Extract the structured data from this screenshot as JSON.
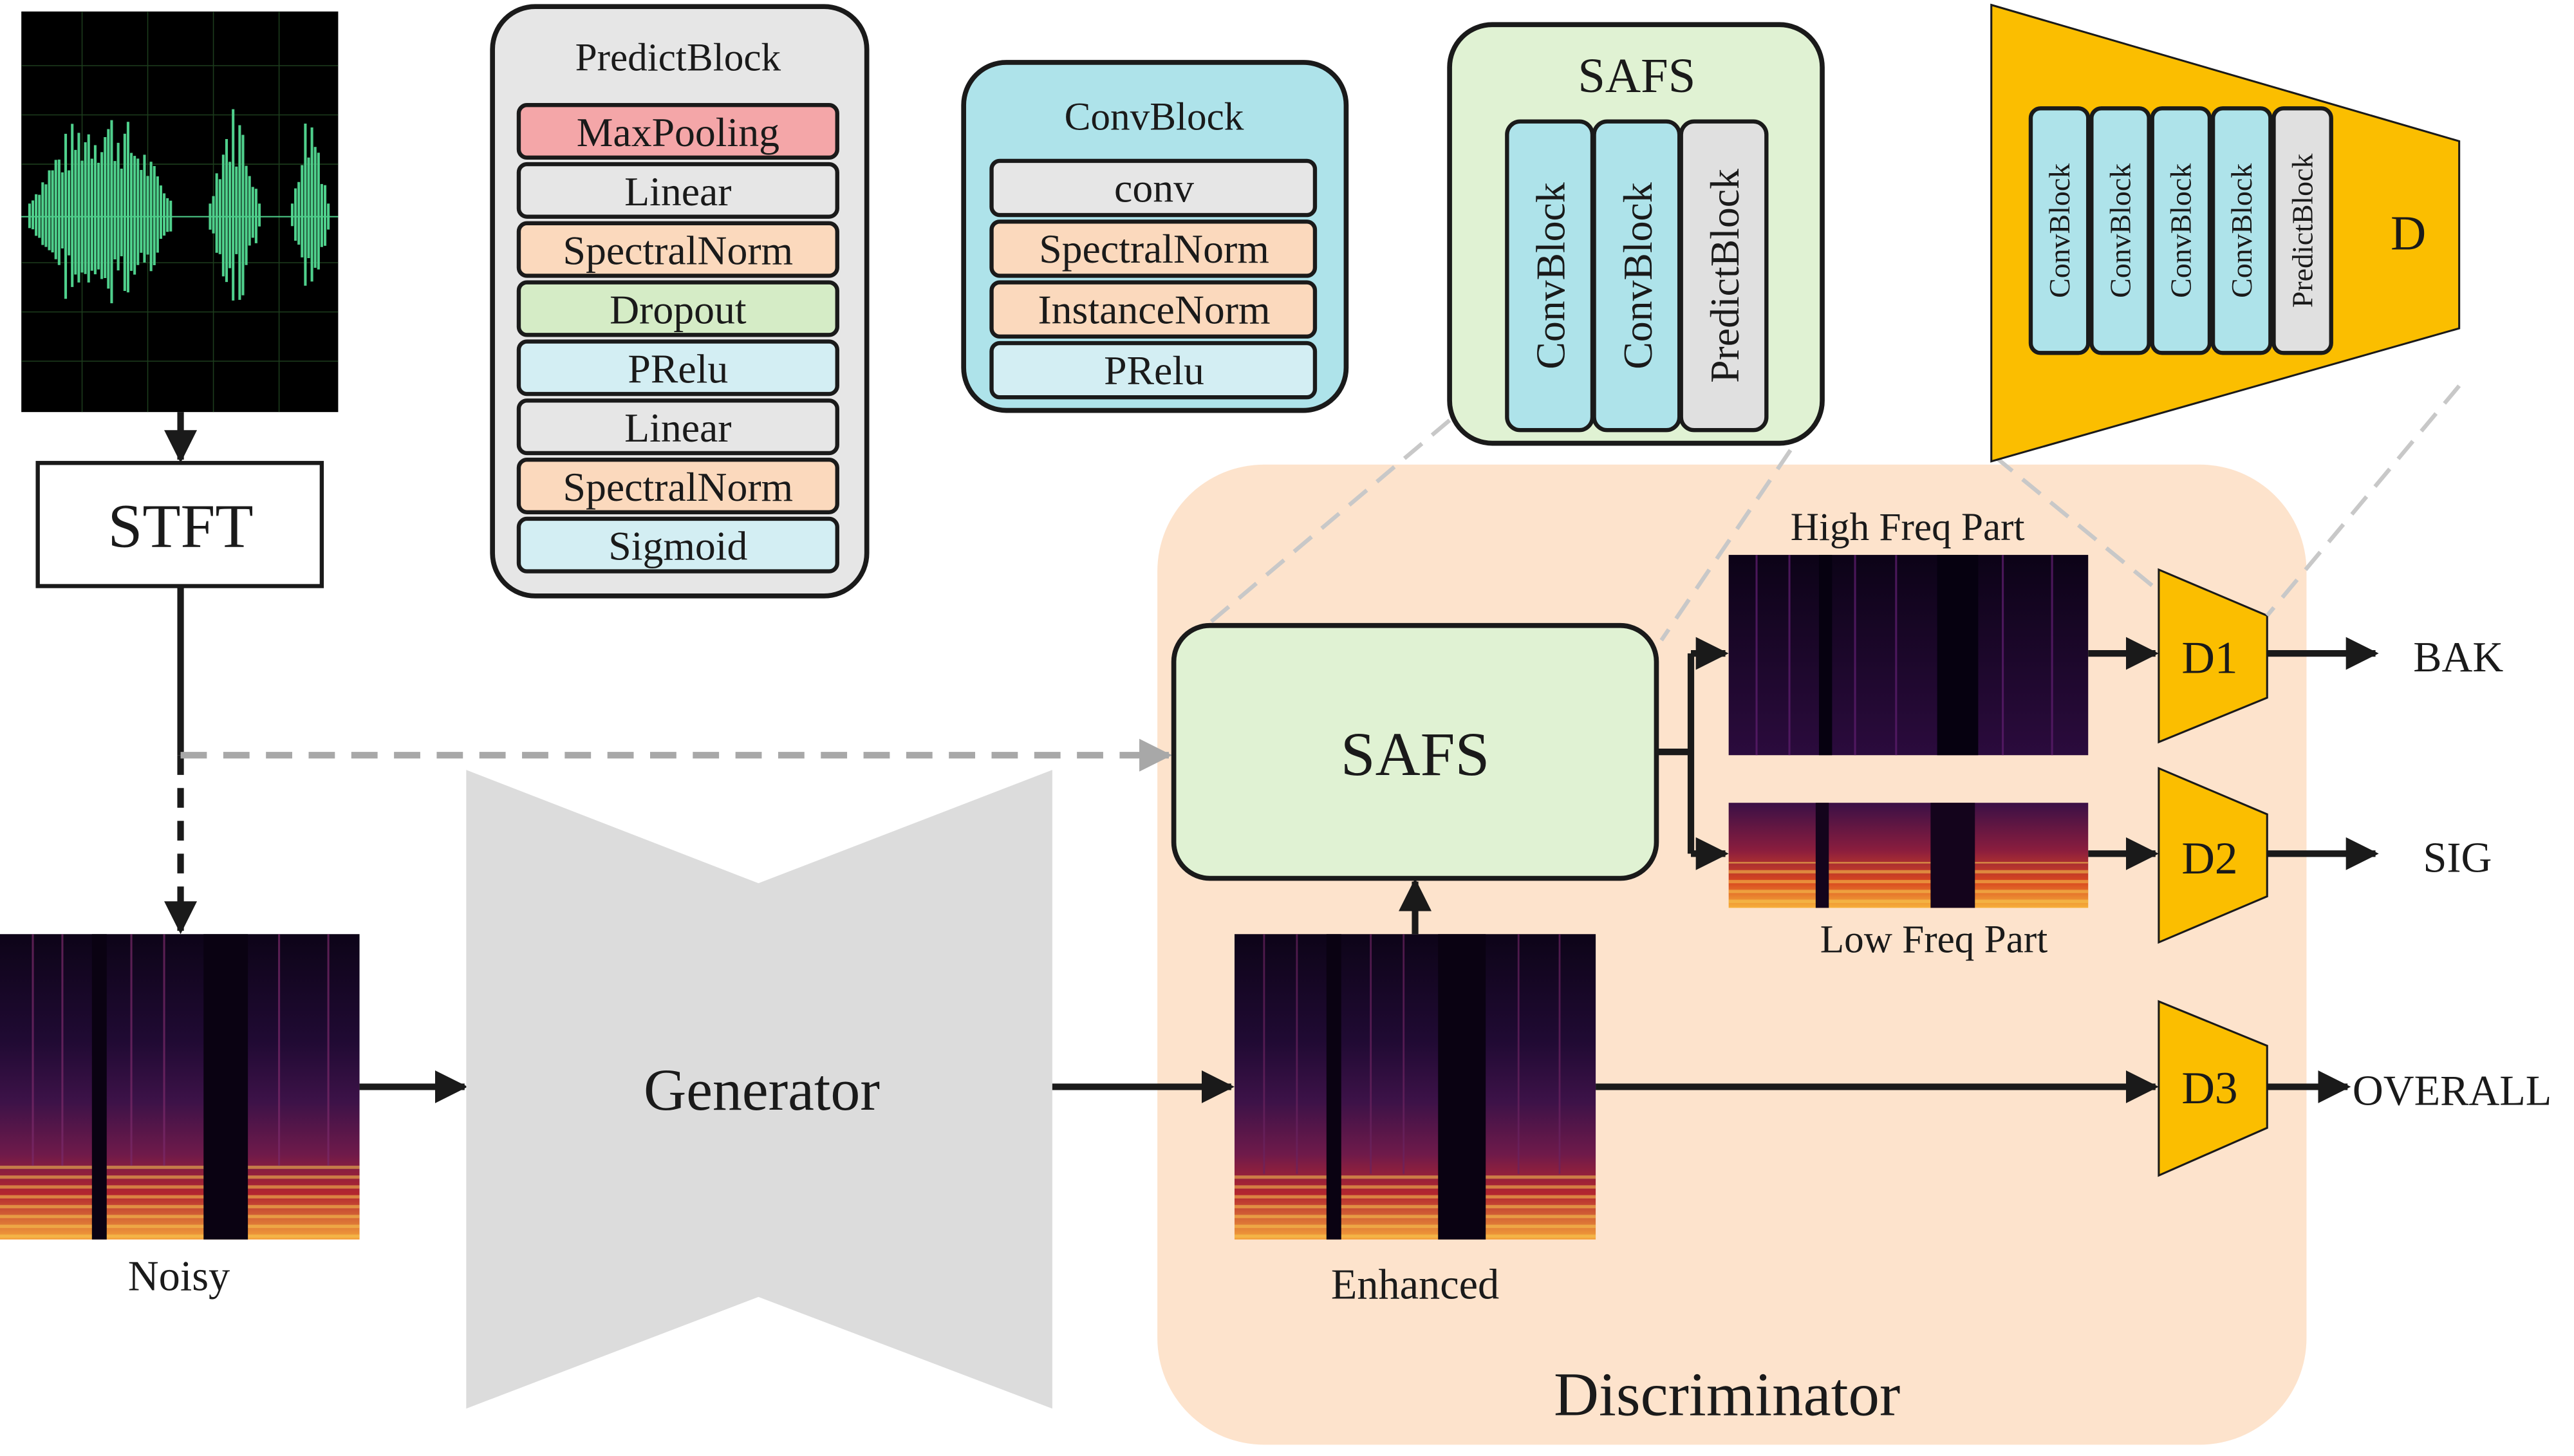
{
  "stft": {
    "label": "STFT"
  },
  "predict_block": {
    "title": "PredictBlock",
    "layers": [
      {
        "label": "MaxPooling",
        "color": "#f4a6a8"
      },
      {
        "label": "Linear",
        "color": "#e6e6e6"
      },
      {
        "label": "SpectralNorm",
        "color": "#fbd9bd"
      },
      {
        "label": "Dropout",
        "color": "#d5ecc6"
      },
      {
        "label": "PRelu",
        "color": "#d3eef3"
      },
      {
        "label": "Linear",
        "color": "#e6e6e6"
      },
      {
        "label": "SpectralNorm",
        "color": "#fbd9bd"
      },
      {
        "label": "Sigmoid",
        "color": "#d3eef3"
      }
    ]
  },
  "conv_block": {
    "title": "ConvBlock",
    "layers": [
      {
        "label": "conv",
        "color": "#e6e6e6"
      },
      {
        "label": "SpectralNorm",
        "color": "#fbd9bd"
      },
      {
        "label": "InstanceNorm",
        "color": "#fbd9bd"
      },
      {
        "label": "PRelu",
        "color": "#d3eef3"
      }
    ]
  },
  "safs_detail": {
    "title": "SAFS",
    "blocks": [
      "ConvBlock",
      "ConvBlock",
      "PredictBlock"
    ]
  },
  "d_detail": {
    "label": "D",
    "blocks": [
      "ConvBlock",
      "ConvBlock",
      "ConvBlock",
      "ConvBlock",
      "PredictBlock"
    ]
  },
  "labels": {
    "noisy": "Noisy",
    "generator": "Generator",
    "enhanced": "Enhanced",
    "safs": "SAFS",
    "high_freq": "High Freq Part",
    "low_freq": "Low Freq Part",
    "discriminator": "Discriminator"
  },
  "discriminators": [
    {
      "label": "D1",
      "output": "BAK"
    },
    {
      "label": "D2",
      "output": "SIG"
    },
    {
      "label": "D3",
      "output": "OVERALL"
    }
  ],
  "colors": {
    "waveform_bg": "#000000",
    "waveform": "#4fd08c",
    "gray_panel": "#e6e6e6",
    "cyan_panel": "#aee3ea",
    "green_panel": "#e0f2d3",
    "discriminator_bg": "#fde3cc",
    "disc_orange": "#fbbe00",
    "generator": "#dcdcdc",
    "arrow": "#1a1a1a",
    "dashed": "#a8a8a8"
  }
}
